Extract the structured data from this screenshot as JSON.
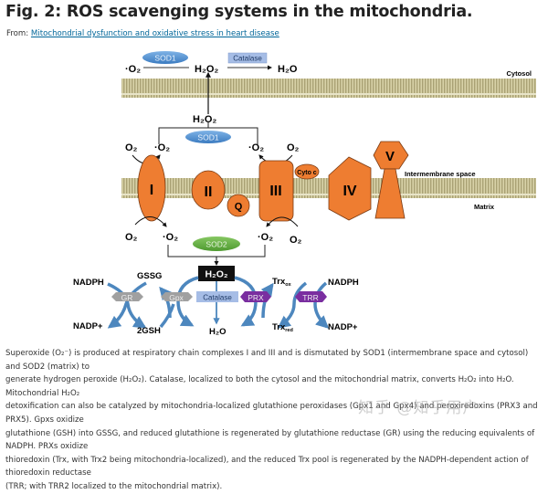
{
  "header": {
    "title": "Fig. 2: ROS scavenging systems in the mitochondria.",
    "from_label": "From:",
    "source_link": "Mitochondrial dysfunction and oxidative stress in heart disease"
  },
  "diagram": {
    "cytosol": {
      "superoxide": "·O₂",
      "sod1": "SOD1",
      "h2o2": "H₂O₂",
      "catalase": "Catalase",
      "h2o": "H₂O",
      "region_label": "Cytosol"
    },
    "ims": {
      "h2o2": "H₂O₂",
      "sod1": "SOD1",
      "region_label": "Intermembrane space",
      "complex1_o2": "O₂",
      "complex1_superoxide": "·O₂",
      "complex3_superoxide": "·O₂",
      "complex3_o2": "O₂"
    },
    "complexes": {
      "c1": "I",
      "c2": "II",
      "q": "Q",
      "c3": "III",
      "cytoc": "Cyto c",
      "c4": "IV",
      "c5": "V"
    },
    "matrix": {
      "region_label": "Matrix",
      "complex1_o2": "O₂",
      "complex1_superoxide": "·O₂",
      "complex3_superoxide": "·O₂",
      "complex3_o2": "O₂",
      "sod2": "SOD2",
      "h2o2": "H₂O₂",
      "gr": "GR",
      "gpx": "Gpx",
      "catalase": "Catalase",
      "prx": "PRX",
      "trr": "TRR",
      "nadph_left": "NADPH",
      "nadp_left": "NADP+",
      "gssg": "GSSG",
      "gsh": "2GSH",
      "h2o": "H₂O",
      "trx_ox": "Trx",
      "trx_ox_sub": "ox",
      "trx_red": "Trx",
      "trx_red_sub": "red",
      "nadph_right": "NADPH",
      "nadp_right": "NADP+"
    },
    "colors": {
      "complex": "#ee7d31",
      "membrane": "#c9c192",
      "sod1": "#4f8fd0",
      "sod2": "#5fae3e",
      "catalase": "#a6bde6",
      "prx": "#7a2ea0",
      "gray_enzyme": "#a0a0a0",
      "arrow": "#4d87be",
      "h2o2_box": "#111111"
    }
  },
  "caption": {
    "lines": [
      "Superoxide (O₂⁻) is produced at respiratory chain complexes I and III and is dismutated by SOD1 (intermembrane space and cytosol) and SOD2 (matrix) to",
      "generate hydrogen peroxide (H₂O₂). Catalase, localized to both the cytosol and the mitochondrial matrix, converts H₂O₂ into H₂O. Mitochondrial H₂O₂",
      "detoxification can also be catalyzed by mitochondria-localized glutathione peroxidases (Gpx1 and Gpx4) and peroxiredoxins (PRX3 and PRX5). Gpxs oxidize",
      "glutathione (GSH) into GSSG, and reduced glutathione is regenerated by glutathione reductase (GR) using the reducing equivalents of NADPH. PRXs oxidize",
      "thioredoxin (Trx, with Trx2 being mitochondria-localized), and the reduced Trx pool is regenerated by the NADPH-dependent action of thioredoxin reductase",
      "(TRR; with TRR2 localized to the mitochondrial matrix)."
    ]
  },
  "watermark": "知乎 @知乎用户"
}
